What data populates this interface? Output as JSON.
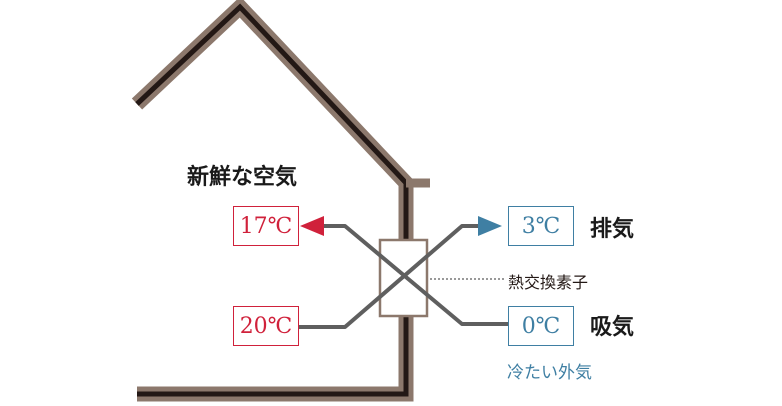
{
  "labels": {
    "fresh_air": "新鮮な空気",
    "exhaust": "排気",
    "intake": "吸気",
    "heat_exchanger": "熱交換素子",
    "cold_outside_air": "冷たい外気"
  },
  "temperatures": {
    "supply": "17℃",
    "room_return": "20℃",
    "exhaust": "3℃",
    "outside": "0℃"
  },
  "colors": {
    "house_outer": "#8c786c",
    "house_inner": "#231815",
    "duct": "#5f5f5f",
    "exchanger_border": "#8c786c",
    "warm": "#d0213b",
    "cool": "#3f7fa3"
  }
}
